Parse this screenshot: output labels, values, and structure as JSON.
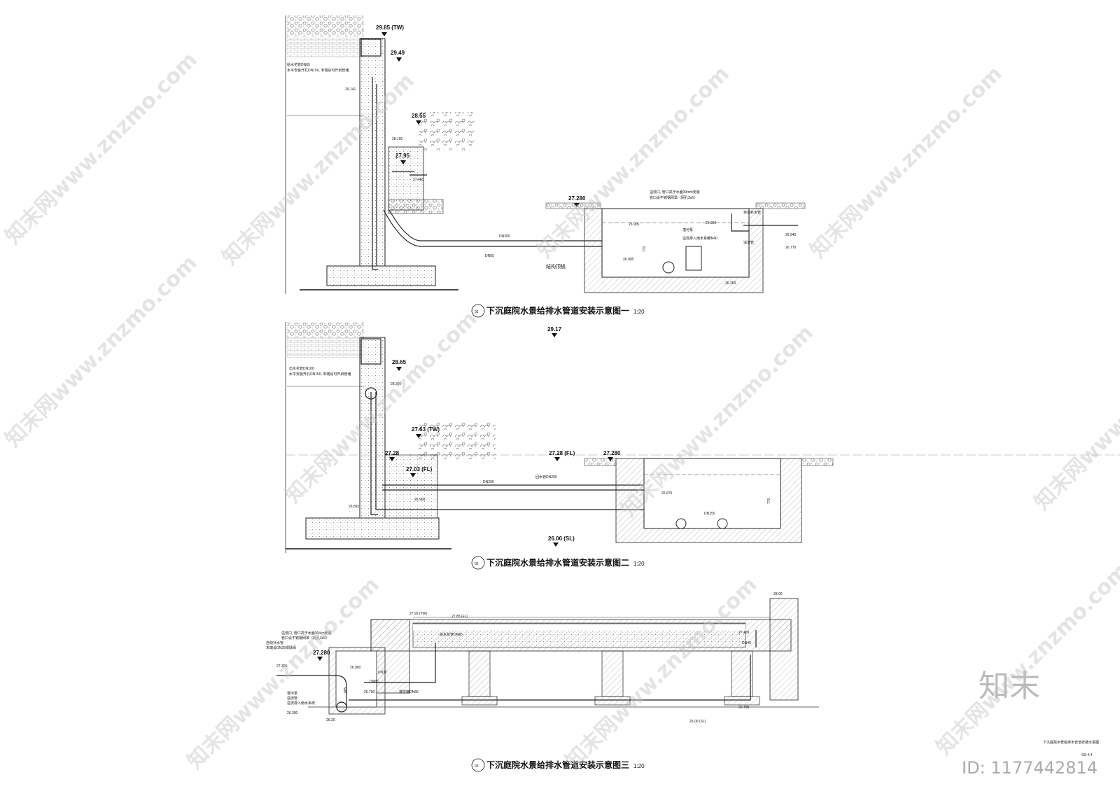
{
  "figures": [
    {
      "title": "下沉庭院水景给排水管道安装示意图一",
      "number": "01",
      "scale": "1:20",
      "elevations": [
        "29.85 (TW)",
        "29.49",
        "28.55",
        "27.95",
        "27.280"
      ],
      "small_labels": [
        "29.141",
        "28.100",
        "27.460",
        "26.905",
        "26.995",
        "26.950",
        "26.945",
        "26.770",
        "26.250",
        "结构顶板",
        "DN65",
        "DN200",
        "DN40",
        "770"
      ],
      "notes": [
        "给水花管DN65",
        "水平安装开孔DN150, 末端设可开启管堵",
        "溢流口, 管口高于水面30mm安装",
        "管口设不锈钢网罩（网孔3x5）",
        "自动补水管",
        "潜污泵",
        "溢流管",
        "溢流排入雨水系统"
      ]
    },
    {
      "title": "下沉庭院水景给排水管道安装示意图二",
      "number": "02",
      "scale": "1:20",
      "elevations": [
        "29.17",
        "28.65",
        "27.63 (TW)",
        "27.28",
        "27.28 (FL)",
        "27.280",
        "27.03 (FL)",
        "26.00 (SL)"
      ],
      "small_labels": [
        "28.300",
        "26.900",
        "26.675",
        "26.892",
        "DN200",
        "DN150",
        "770"
      ],
      "notes": [
        "出水花管DN100",
        "水平安装开孔DN150, 末端设可开启管堵",
        "回水管DN200"
      ]
    },
    {
      "title": "下沉庭院水景给排水管道安装示意图三",
      "number": "03",
      "scale": "1:20",
      "elevations": [
        "27.280",
        "28.00",
        "27.93 (TW)",
        "27.85 (FL)",
        "26.00 (SL)"
      ],
      "small_labels": [
        "27.300",
        "26.900",
        "26.700",
        "27.409",
        "26.780",
        "26.300",
        "26.20",
        "DN65",
        "DN40",
        "DN32",
        "965"
      ],
      "notes": [
        "溢流口, 管口高于水面30mm安装",
        "管口设不锈钢网罩（网孔3x5）",
        "自动补水管",
        "末端设DN25铜球阀",
        "潜污泵",
        "溢流管",
        "溢流排入雨水系统",
        "给水花管DN65",
        "排空管DN65"
      ]
    }
  ],
  "sheet_caption": "下沉庭院水景给排水管道安装示意图",
  "sheet_no": "SS-4.4",
  "watermark": "知末网www.znzmo.com",
  "brand": "知末",
  "id_label": "ID: 1177442814"
}
